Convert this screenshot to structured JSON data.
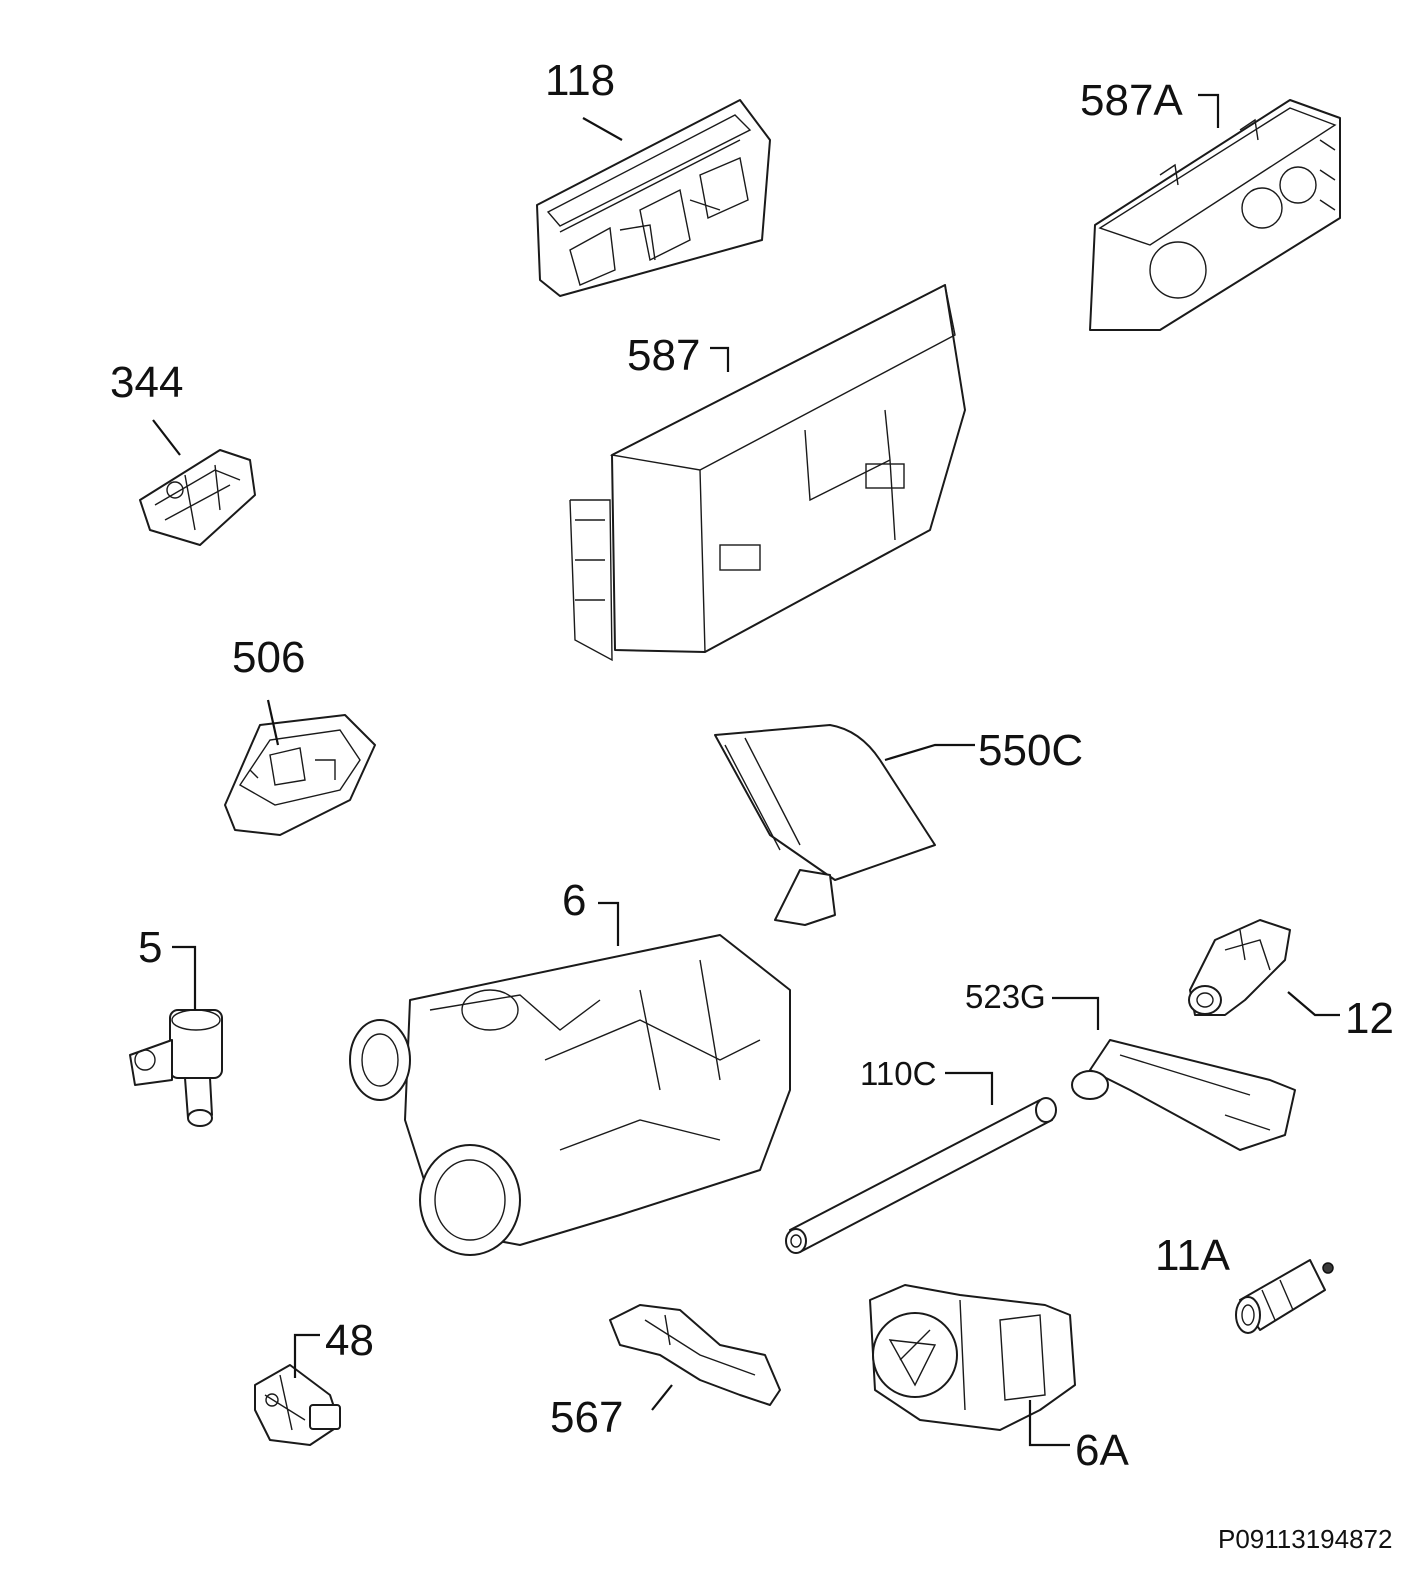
{
  "labels": {
    "p118": "118",
    "p587a": "587A",
    "p587": "587",
    "p344": "344",
    "p506": "506",
    "p550c": "550C",
    "p6": "6",
    "p5": "5",
    "p523g": "523G",
    "p12": "12",
    "p110c": "110C",
    "p11a": "11A",
    "p48": "48",
    "p567": "567",
    "p6a": "6A"
  },
  "footer": {
    "code": "P09113194872"
  }
}
